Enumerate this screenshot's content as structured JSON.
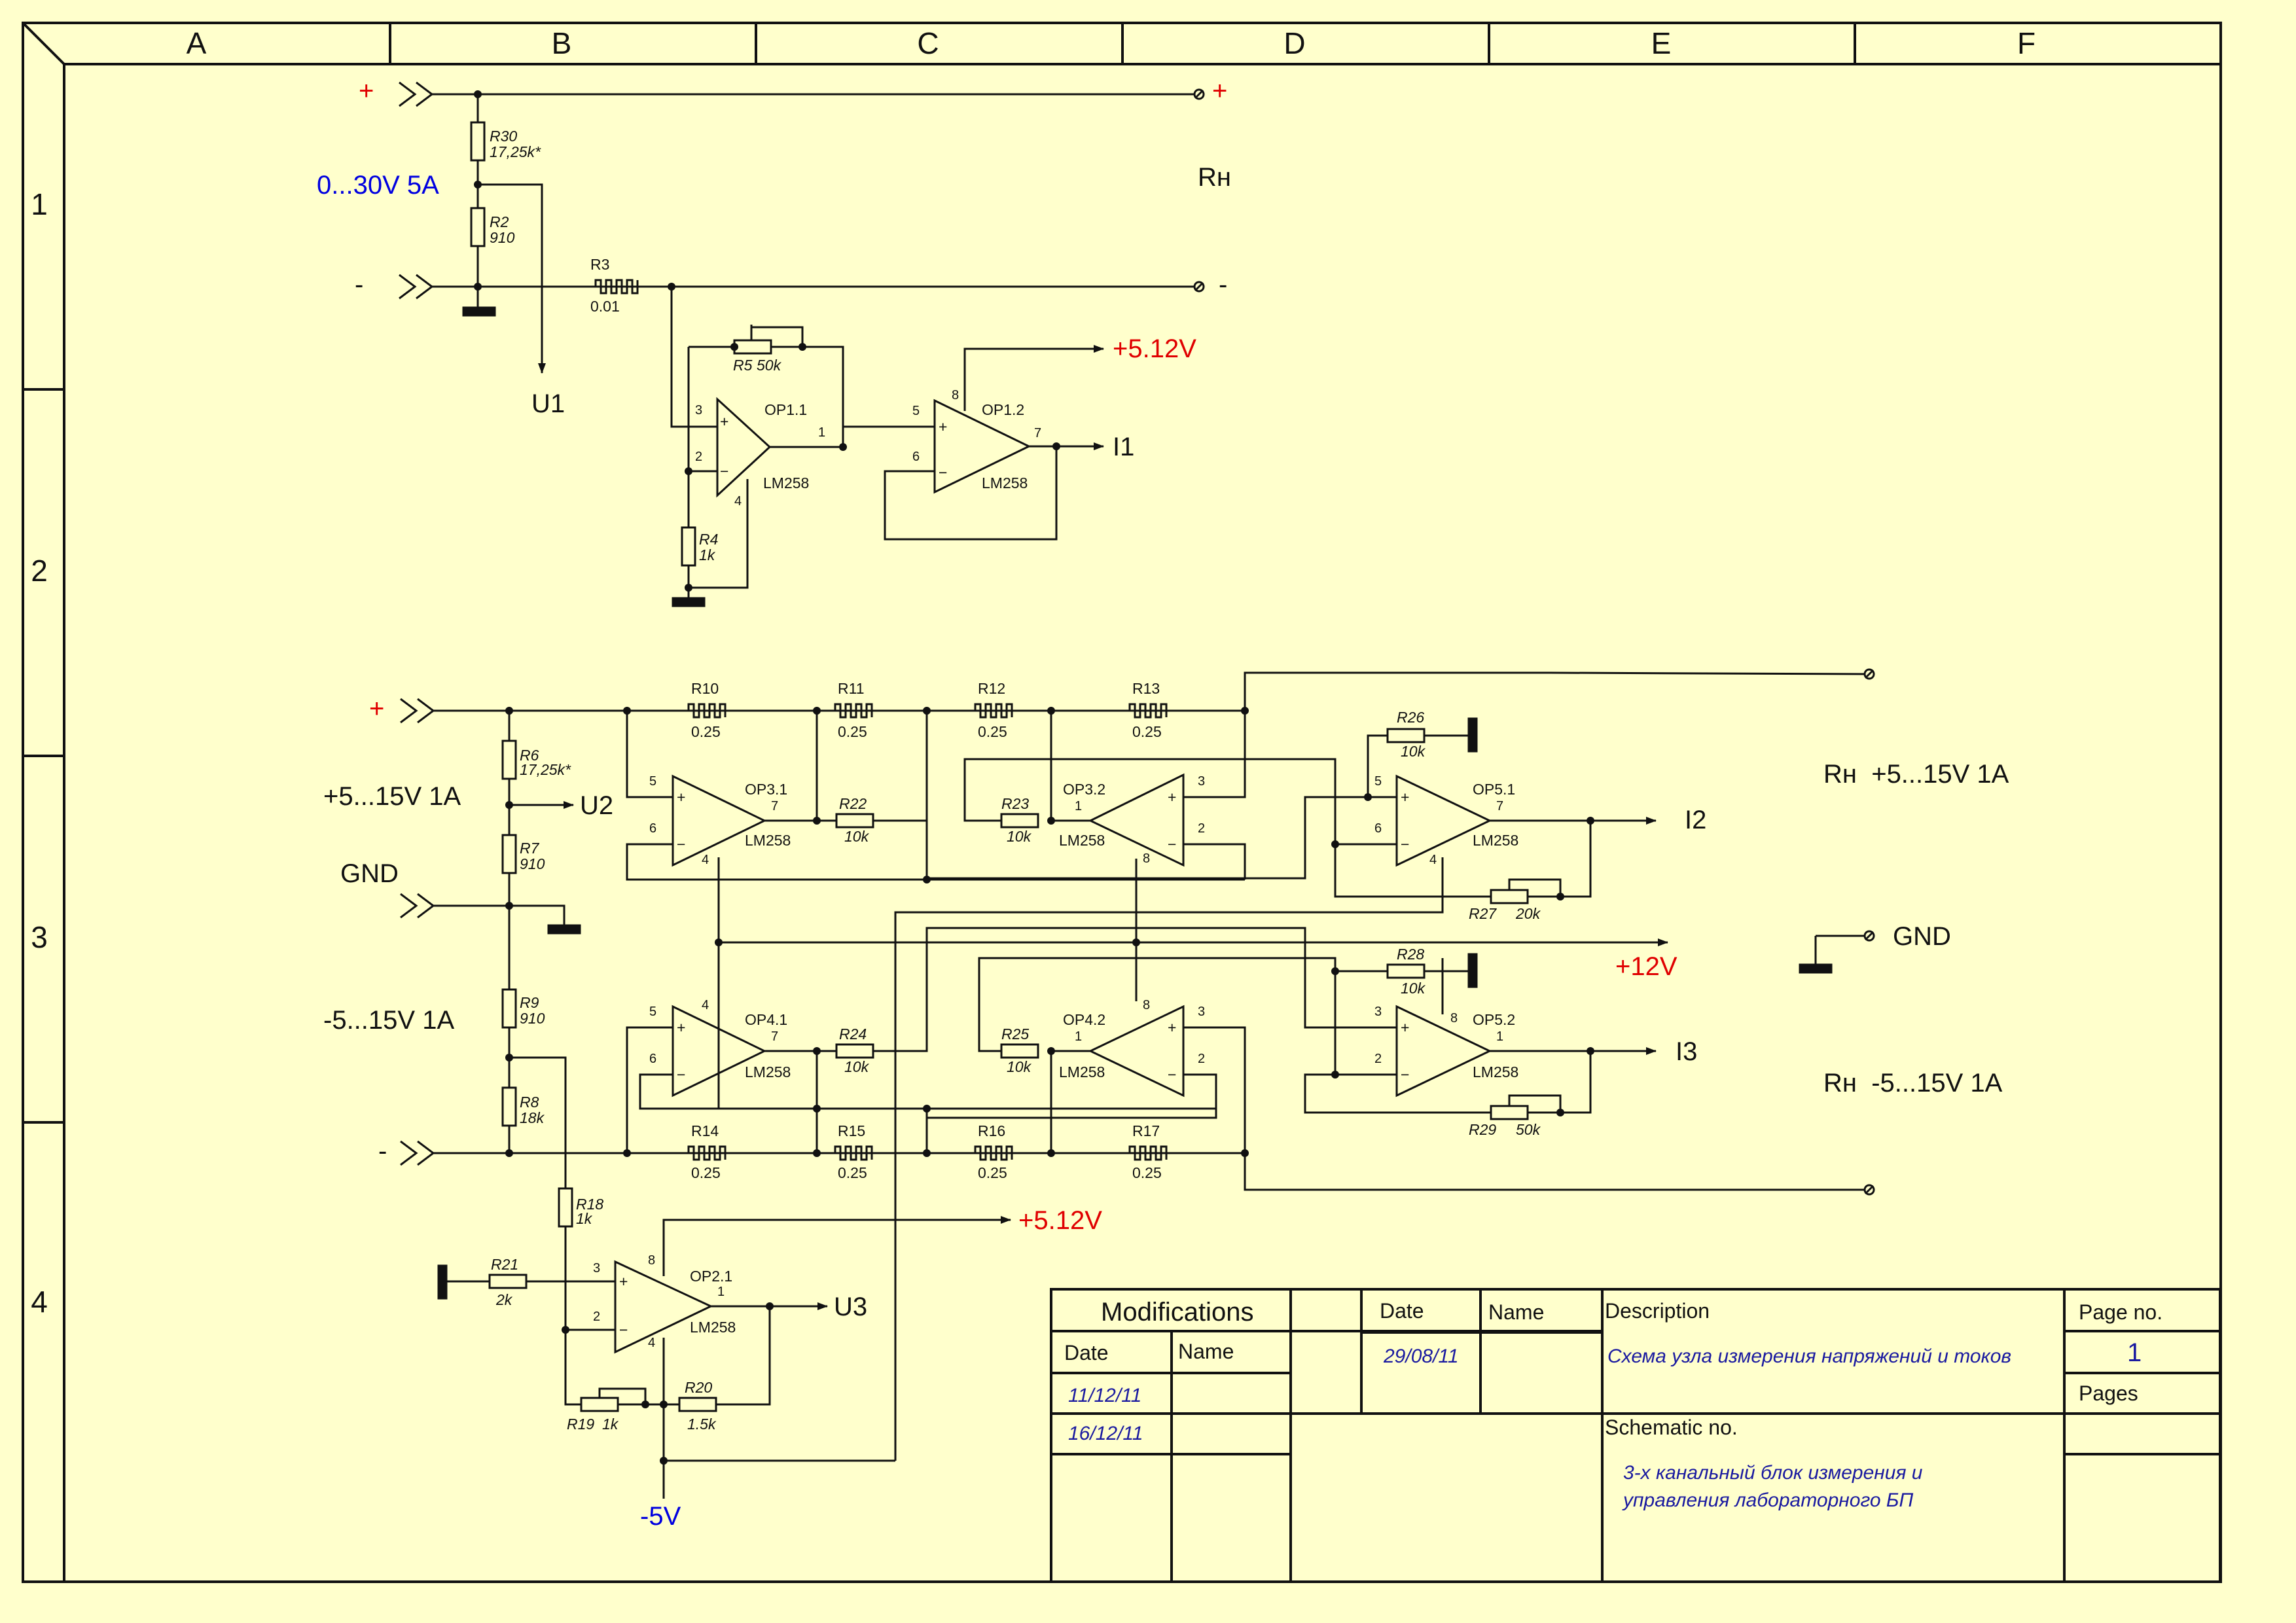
{
  "frame": {
    "columns": [
      "A",
      "B",
      "C",
      "D",
      "E",
      "F"
    ],
    "rows": [
      "1",
      "2",
      "3",
      "4"
    ]
  },
  "section1": {
    "plus": "+",
    "minus": "-",
    "out_plus": "+",
    "out_minus": "-",
    "range_label": "0...30V 5A",
    "load_label": "Rн",
    "r30": {
      "ref": "R30",
      "value": "17,25k*"
    },
    "r2": {
      "ref": "R2",
      "value": "910"
    },
    "r3": {
      "ref": "R3",
      "value": "0.01"
    },
    "r5": {
      "ref": "R5",
      "value": "50k"
    },
    "r4": {
      "ref": "R4",
      "value": "1k"
    },
    "u1": "U1",
    "i1": "I1",
    "supply": "+5.12V",
    "op11": {
      "ref": "OP1.1",
      "part": "LM258",
      "pins": [
        "3",
        "2",
        "1",
        "4"
      ]
    },
    "op12": {
      "ref": "OP1.2",
      "part": "LM258",
      "pins": [
        "5",
        "6",
        "7",
        "8"
      ]
    }
  },
  "section2": {
    "plus": "+",
    "minus": "-",
    "gnd": "GND",
    "pos_range": "+5...15V 1A",
    "neg_range": "-5...15V 1A",
    "u2": "U2",
    "i2": "I2",
    "i3": "I3",
    "plus12": "+12V",
    "gnd_out": "GND",
    "load_pos": "Rн  +5...15V 1A",
    "load_neg": "Rн  -5...15V 1A",
    "r6": {
      "ref": "R6",
      "value": "17,25k*"
    },
    "r7": {
      "ref": "R7",
      "value": "910"
    },
    "r9": {
      "ref": "R9",
      "value": "910"
    },
    "r8": {
      "ref": "R8",
      "value": "18k"
    },
    "top_shunts": [
      {
        "ref": "R10",
        "value": "0.25"
      },
      {
        "ref": "R11",
        "value": "0.25"
      },
      {
        "ref": "R12",
        "value": "0.25"
      },
      {
        "ref": "R13",
        "value": "0.25"
      }
    ],
    "bot_shunts": [
      {
        "ref": "R14",
        "value": "0.25"
      },
      {
        "ref": "R15",
        "value": "0.25"
      },
      {
        "ref": "R16",
        "value": "0.25"
      },
      {
        "ref": "R17",
        "value": "0.25"
      }
    ],
    "r22": {
      "ref": "R22",
      "value": "10k"
    },
    "r23": {
      "ref": "R23",
      "value": "10k"
    },
    "r24": {
      "ref": "R24",
      "value": "10k"
    },
    "r25": {
      "ref": "R25",
      "value": "10k"
    },
    "r26": {
      "ref": "R26",
      "value": "10k"
    },
    "r27": {
      "ref": "R27",
      "value": "20k"
    },
    "r28": {
      "ref": "R28",
      "value": "10k"
    },
    "r29": {
      "ref": "R29",
      "value": "50k"
    },
    "op31": {
      "ref": "OP3.1",
      "part": "LM258"
    },
    "op32": {
      "ref": "OP3.2",
      "part": "LM258"
    },
    "op41": {
      "ref": "OP4.1",
      "part": "LM258"
    },
    "op42": {
      "ref": "OP4.2",
      "part": "LM258"
    },
    "op51": {
      "ref": "OP5.1",
      "part": "LM258"
    },
    "op52": {
      "ref": "OP5.2",
      "part": "LM258"
    }
  },
  "section3": {
    "r18": {
      "ref": "R18",
      "value": "1k"
    },
    "r21": {
      "ref": "R21",
      "value": "2k"
    },
    "r19": {
      "ref": "R19",
      "value": "1k"
    },
    "r20": {
      "ref": "R20",
      "value": "1.5k"
    },
    "op21": {
      "ref": "OP2.1",
      "part": "LM258"
    },
    "supply": "+5.12V",
    "neg": "-5V",
    "u3": "U3"
  },
  "title_block": {
    "modifications": "Modifications",
    "mod_date_header": "Date",
    "mod_name_header": "Name",
    "mod_dates": [
      "11/12/11",
      "16/12/11"
    ],
    "date_header": "Date",
    "name_header": "Name",
    "date_value": "29/08/11",
    "description_header": "Description",
    "description_value": "Схема узла измерения напряжений и токов",
    "schematic_header": "Schematic no.",
    "schematic_value_1": "3-х канальный блок измерения и",
    "schematic_value_2": "управления лабораторного БП",
    "page_no_header": "Page no.",
    "page_no_value": "1",
    "pages_header": "Pages"
  },
  "colors": {
    "background": "#FFFFCC",
    "ink": "#111111",
    "red_net": "#E00000",
    "blue_net": "#0000E0",
    "title_italic": "#1A1AA0"
  }
}
